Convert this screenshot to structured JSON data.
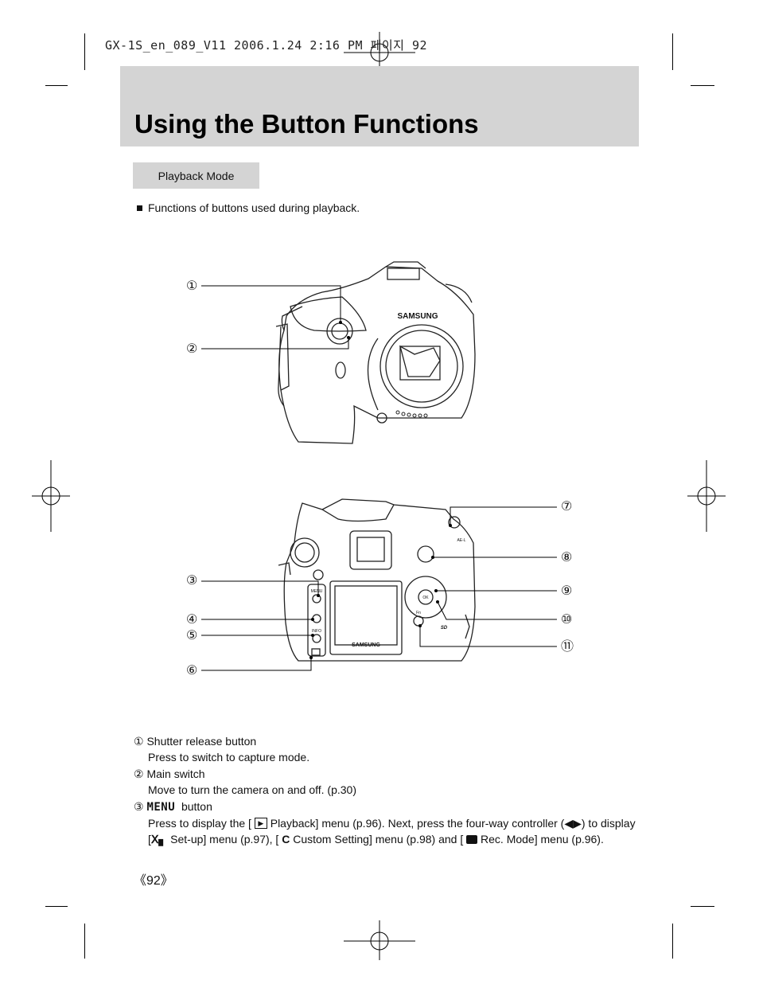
{
  "print_header": "GX-1S_en_089_V11  2006.1.24 2:16 PM 페이지 92",
  "title": "Using the Button Functions",
  "mode_tab": "Playback Mode",
  "intro": "Functions of buttons used during playback.",
  "callouts": [
    "①",
    "②",
    "③",
    "④",
    "⑤",
    "⑥",
    "⑦",
    "⑧",
    "⑨",
    "⑩",
    "⑪"
  ],
  "brand_front": "SAMSUNG",
  "brand_back": "SAMSUNG",
  "camera_labels": {
    "menu": "MENU",
    "info": "INFO",
    "ae_l": "AE-L",
    "fn": "Fn",
    "ok": "OK",
    "sd": "SD"
  },
  "items": {
    "item1": {
      "num": "①",
      "name": "Shutter release button",
      "text": "Press to switch to capture mode."
    },
    "item2": {
      "num": "②",
      "name": "Main switch",
      "text": "Move to turn the camera on and off. (p.30)"
    },
    "item3": {
      "num": "③",
      "menu_word": "MENU",
      "name": "button",
      "line1_a": "Press to display the [",
      "line1_b": "Playback] menu (p.96). Next, press the four-way controller (",
      "line1_c": ") to display",
      "line2_a": "[",
      "line2_b": "Set-up] menu (p.97), [",
      "line2_c": "Custom Setting] menu (p.98) and [",
      "line2_d": "Rec. Mode] menu (p.96)."
    }
  },
  "page_number": "《92》"
}
